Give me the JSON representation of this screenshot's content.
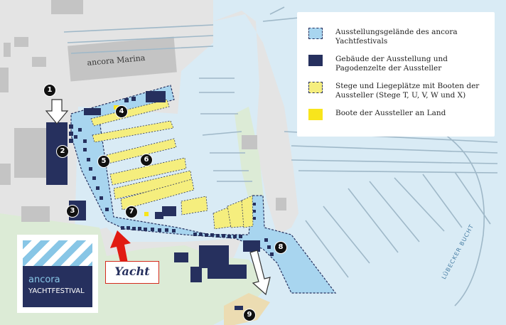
{
  "map": {
    "marina_label": "ancora Marina",
    "bay_label": "LÜBECKER BUCHT",
    "colors": {
      "water": "#d9ebf5",
      "land": "#e4e4e4",
      "grass": "#dcebd6",
      "buildings": "#c4c4c4",
      "festival_area": "#a8d5ef",
      "exhibition_buildings": "#26305e",
      "exhibitor_piers": "#f5ee7e",
      "boats_on_land": "#f8e51c",
      "arrow_red": "#e11b12",
      "sand": "#ecdcb2"
    }
  },
  "legend": {
    "items": [
      {
        "label": "Ausstellungsgelände des ancora Yachtfestivals",
        "swatch": "area"
      },
      {
        "label": "Gebäude der Ausstellung und Pagodenzelte der Aussteller",
        "swatch": "building"
      },
      {
        "label": "Stege und Liegeplätze mit Booten der Aussteller (Stege T, U, V, W und X)",
        "swatch": "pier"
      },
      {
        "label": "Boote der Aussteller an Land",
        "swatch": "boat"
      }
    ]
  },
  "markers": [
    "1",
    "2",
    "3",
    "4",
    "5",
    "6",
    "7",
    "8",
    "9"
  ],
  "logo": {
    "line1": "ancora",
    "line2": "YACHTFESTIVAL"
  },
  "sign": {
    "text": "Yacht"
  }
}
